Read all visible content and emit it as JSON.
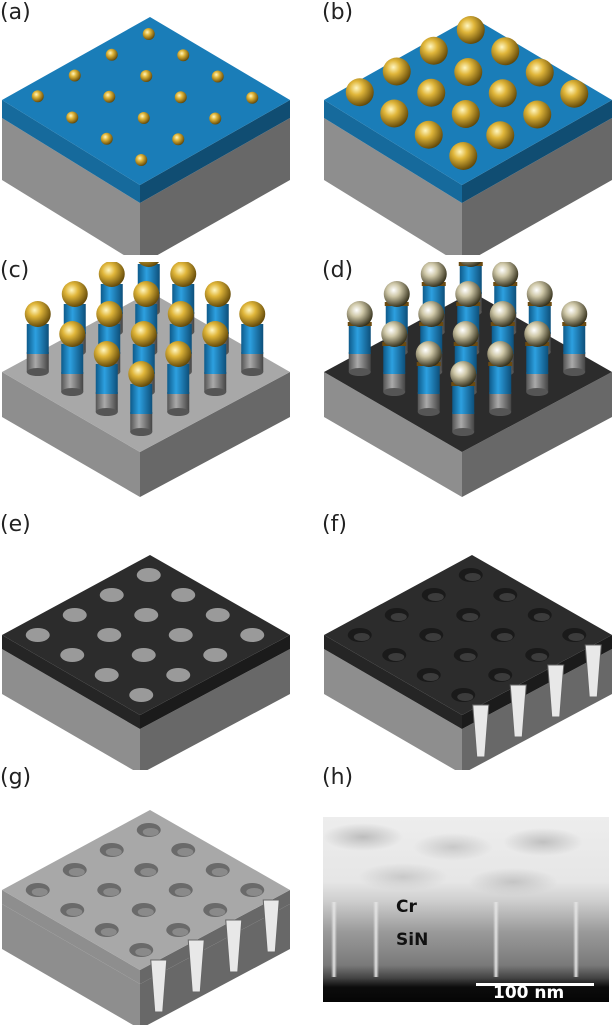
{
  "panels": {
    "a": {
      "label": "(a)"
    },
    "b": {
      "label": "(b)"
    },
    "c": {
      "label": "(c)"
    },
    "d": {
      "label": "(d)"
    },
    "e": {
      "label": "(e)"
    },
    "f": {
      "label": "(f)"
    },
    "g": {
      "label": "(g)"
    },
    "h": {
      "label": "(h)",
      "layer_top": "Cr",
      "layer_bottom": "SiN",
      "scale_bar": "100 nm"
    }
  },
  "colors": {
    "blue": "#1a7db8",
    "gray": "#a8a8a8",
    "dark": "#2c2c2c",
    "gold": "#d4a526"
  }
}
